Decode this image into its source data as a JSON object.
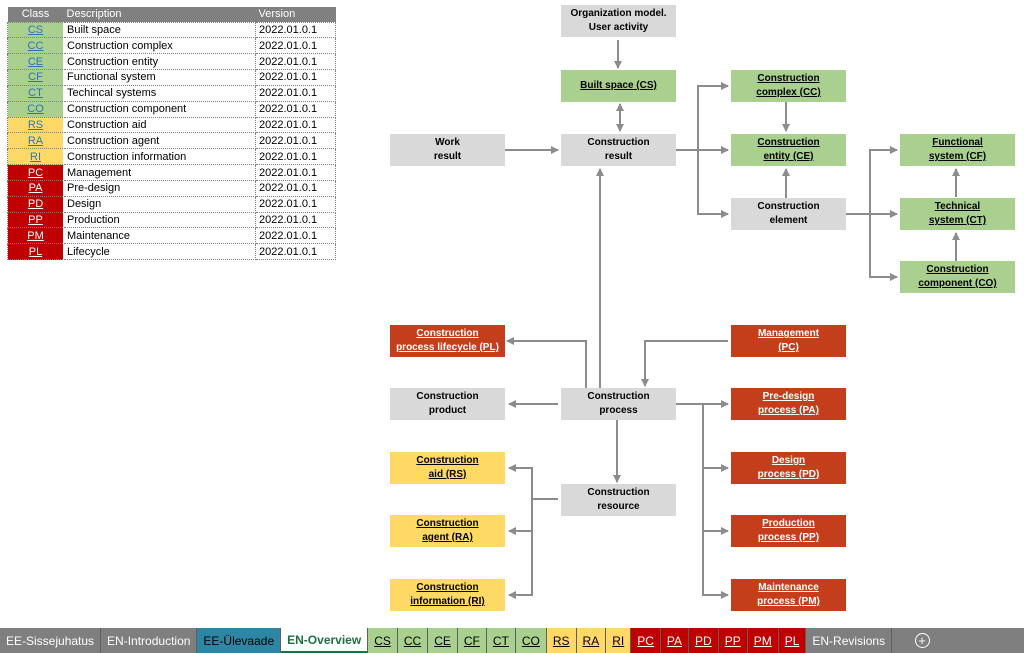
{
  "table": {
    "headers": [
      "Class",
      "Description",
      "Version"
    ],
    "rows": [
      {
        "code": "CS",
        "desc": "Built space",
        "version": "2022.01.0.1",
        "group": "green"
      },
      {
        "code": "CC",
        "desc": "Construction complex",
        "version": "2022.01.0.1",
        "group": "green"
      },
      {
        "code": "CE",
        "desc": "Construction entity",
        "version": "2022.01.0.1",
        "group": "green"
      },
      {
        "code": "CF",
        "desc": "Functional system",
        "version": "2022.01.0.1",
        "group": "green"
      },
      {
        "code": "CT",
        "desc": "Techincal systems",
        "version": "2022.01.0.1",
        "group": "green"
      },
      {
        "code": "CO",
        "desc": "Construction component",
        "version": "2022.01.0.1",
        "group": "green"
      },
      {
        "code": "RS",
        "desc": "Construction aid",
        "version": "2022.01.0.1",
        "group": "yellow"
      },
      {
        "code": "RA",
        "desc": "Construction agent",
        "version": "2022.01.0.1",
        "group": "yellow"
      },
      {
        "code": "RI",
        "desc": "Construction information",
        "version": "2022.01.0.1",
        "group": "yellow"
      },
      {
        "code": "PC",
        "desc": "Management",
        "version": "2022.01.0.1",
        "group": "red"
      },
      {
        "code": "PA",
        "desc": "Pre-design",
        "version": "2022.01.0.1",
        "group": "red"
      },
      {
        "code": "PD",
        "desc": "Design",
        "version": "2022.01.0.1",
        "group": "red"
      },
      {
        "code": "PP",
        "desc": "Production",
        "version": "2022.01.0.1",
        "group": "red"
      },
      {
        "code": "PM",
        "desc": "Maintenance",
        "version": "2022.01.0.1",
        "group": "red"
      },
      {
        "code": "PL",
        "desc": "Lifecycle",
        "version": "2022.01.0.1",
        "group": "red"
      }
    ]
  },
  "nodes": {
    "org": "Organization model.\nUser activity",
    "cs": "Built space (CS)",
    "work": "Work\nresult",
    "cresult": "Construction\nresult",
    "cc": "Construction\ncomplex (CC)",
    "ce": "Construction\nentity (CE)",
    "celement": "Construction\nelement",
    "cf": "Functional\nsystem (CF)",
    "ct": "Technical\nsystem (CT)",
    "co": "Construction\ncomponent (CO)",
    "pl": "Construction\nprocess lifecycle (PL)",
    "pc": "Management\n(PC)",
    "cproduct": "Construction\nproduct",
    "cprocess": "Construction\nprocess",
    "pa": "Pre-design\nprocess (PA)",
    "rs": "Construction\naid (RS)",
    "cresource": "Construction\nresource",
    "pd": "Design\nprocess (PD)",
    "ra": "Construction\nagent (RA)",
    "pp": "Production\nprocess (PP)",
    "ri": "Construction\ninformation (RI)",
    "pm": "Maintenance\nprocess (PM)"
  },
  "tabs": [
    {
      "label": "EE-Sissejuhatus",
      "style": "plain"
    },
    {
      "label": "EN-Introduction",
      "style": "plain"
    },
    {
      "label": "EE-Ülevaade",
      "style": "blue"
    },
    {
      "label": "EN-Overview",
      "style": "active"
    },
    {
      "label": "CS",
      "style": "green"
    },
    {
      "label": "CC",
      "style": "green"
    },
    {
      "label": "CE",
      "style": "green"
    },
    {
      "label": "CF",
      "style": "green"
    },
    {
      "label": "CT",
      "style": "green"
    },
    {
      "label": "CO",
      "style": "green"
    },
    {
      "label": "RS",
      "style": "yellow"
    },
    {
      "label": "RA",
      "style": "yellow"
    },
    {
      "label": "RI",
      "style": "yellow"
    },
    {
      "label": "PC",
      "style": "red"
    },
    {
      "label": "PA",
      "style": "red"
    },
    {
      "label": "PD",
      "style": "red"
    },
    {
      "label": "PP",
      "style": "red"
    },
    {
      "label": "PM",
      "style": "red"
    },
    {
      "label": "PL",
      "style": "red"
    },
    {
      "label": "EN-Revisions",
      "style": "plain"
    }
  ],
  "add_sheet_icon": "plus-circle-icon",
  "colors": {
    "connector": "#8c8c8c",
    "green": "#a9d08e",
    "yellow": "#ffd966",
    "red": "#c43e1c",
    "gray": "#d9d9d9"
  }
}
